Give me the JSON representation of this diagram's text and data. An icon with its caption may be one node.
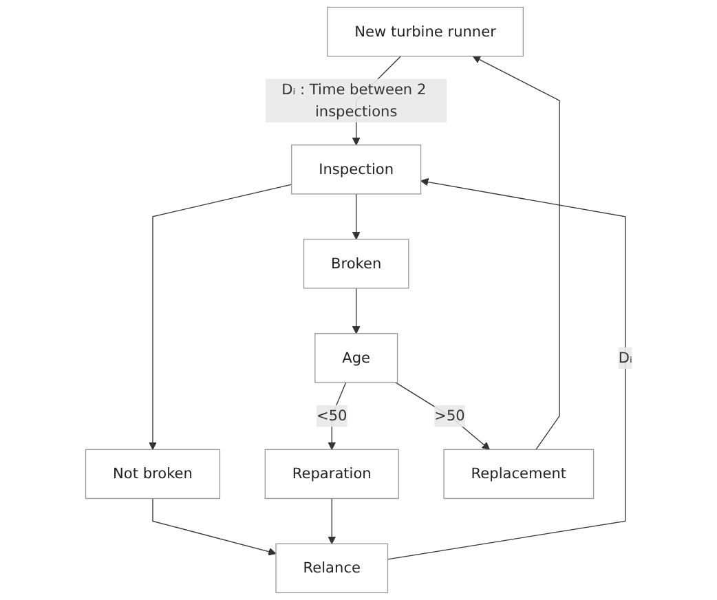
{
  "diagram": {
    "nodes": [
      {
        "text": [
          "New turbine runner"
        ]
      },
      {
        "text": [
          "Inspection"
        ]
      },
      {
        "text": [
          "Not broken"
        ]
      },
      {
        "text": [
          "Broken"
        ]
      },
      {
        "text": [
          "Relance"
        ]
      },
      {
        "text": [
          "Age"
        ]
      },
      {
        "text": [
          "Reparation"
        ]
      },
      {
        "text": [
          "Replacement"
        ]
      }
    ],
    "edges": [
      {
        "from": 0,
        "to": 1,
        "arrow": "to",
        "label": "Dᵢ : Time between 2 inspections"
      },
      {
        "from": 1,
        "to": 2,
        "arrow": "to"
      },
      {
        "from": 1,
        "to": 3,
        "arrow": "to"
      },
      {
        "from": 2,
        "to": 4,
        "arrow": "to"
      },
      {
        "from": 4,
        "to": 1,
        "arrow": "to",
        "label": "Dᵢ"
      },
      {
        "from": 3,
        "to": 5,
        "arrow": "to"
      },
      {
        "from": 5,
        "to": 6,
        "arrow": "to",
        "label": "<50"
      },
      {
        "from": 5,
        "to": 7,
        "arrow": "to",
        "label": ">50"
      },
      {
        "from": 6,
        "to": 4,
        "arrow": "to"
      },
      {
        "from": 7,
        "to": 0,
        "arrow": "to"
      }
    ]
  }
}
